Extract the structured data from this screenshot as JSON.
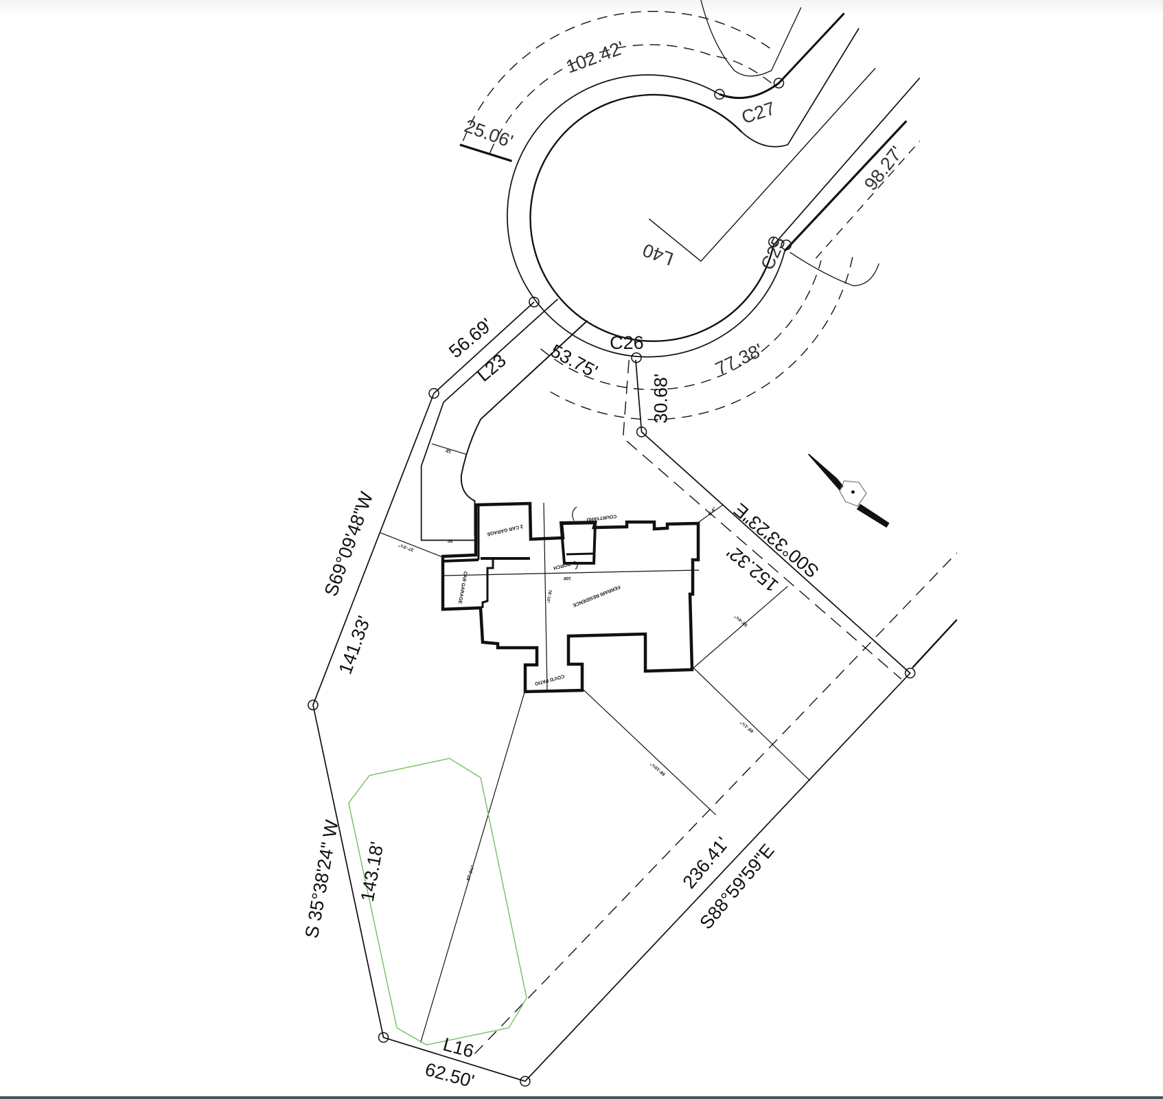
{
  "drawing": {
    "type": "site plan",
    "accent_colors": {
      "lines": "#111111",
      "easement": "#7cc36a"
    },
    "boundary_labels": {
      "l23_distance": "56.69'",
      "l23": "L23",
      "nw_bearing": "S69°09'48\"W",
      "nw_distance": "141.33'",
      "w_bearing": "S 35°38'24\" W",
      "w_distance": "143.18'",
      "l16": "L16",
      "l16_distance": "62.50'",
      "se_distance": "236.41'",
      "se_bearing": "S88°59'59\"E",
      "ne_bearing": "S00°33'23\"E",
      "ne_distance": "152.32'",
      "c26_tangent": "30.68'"
    },
    "curve_labels": {
      "c26": "C26",
      "c27": "C27",
      "c25": "C25",
      "l40": "L40",
      "arc_bottom_inner": "53.75'",
      "arc_bottom_outer": "77.38'",
      "arc_top": "102.42'",
      "arc_left": "25.06'",
      "road": "98.27'"
    },
    "building_labels": {
      "two_car_garage": "2 CAR GARAGE",
      "one_car_garage": "CAR GARAGE",
      "residence": "FERRARI RESIDENCE",
      "porch": "PORCH",
      "courtyard": "COURTYARD",
      "patio": "COV'D PATIO",
      "width": "108'",
      "depth": "78'-10\""
    },
    "setback_labels": {
      "drive_width": "18'",
      "garage_offset": "28'",
      "nw_setback": "37'-3½\"",
      "ne_corner": "8'-6\"",
      "ne_setback": "58'-4½\"",
      "e_setback": "69'-1½\"",
      "se_setback": "99'-10½\"",
      "rear_setback": "87'-0½\""
    }
  }
}
